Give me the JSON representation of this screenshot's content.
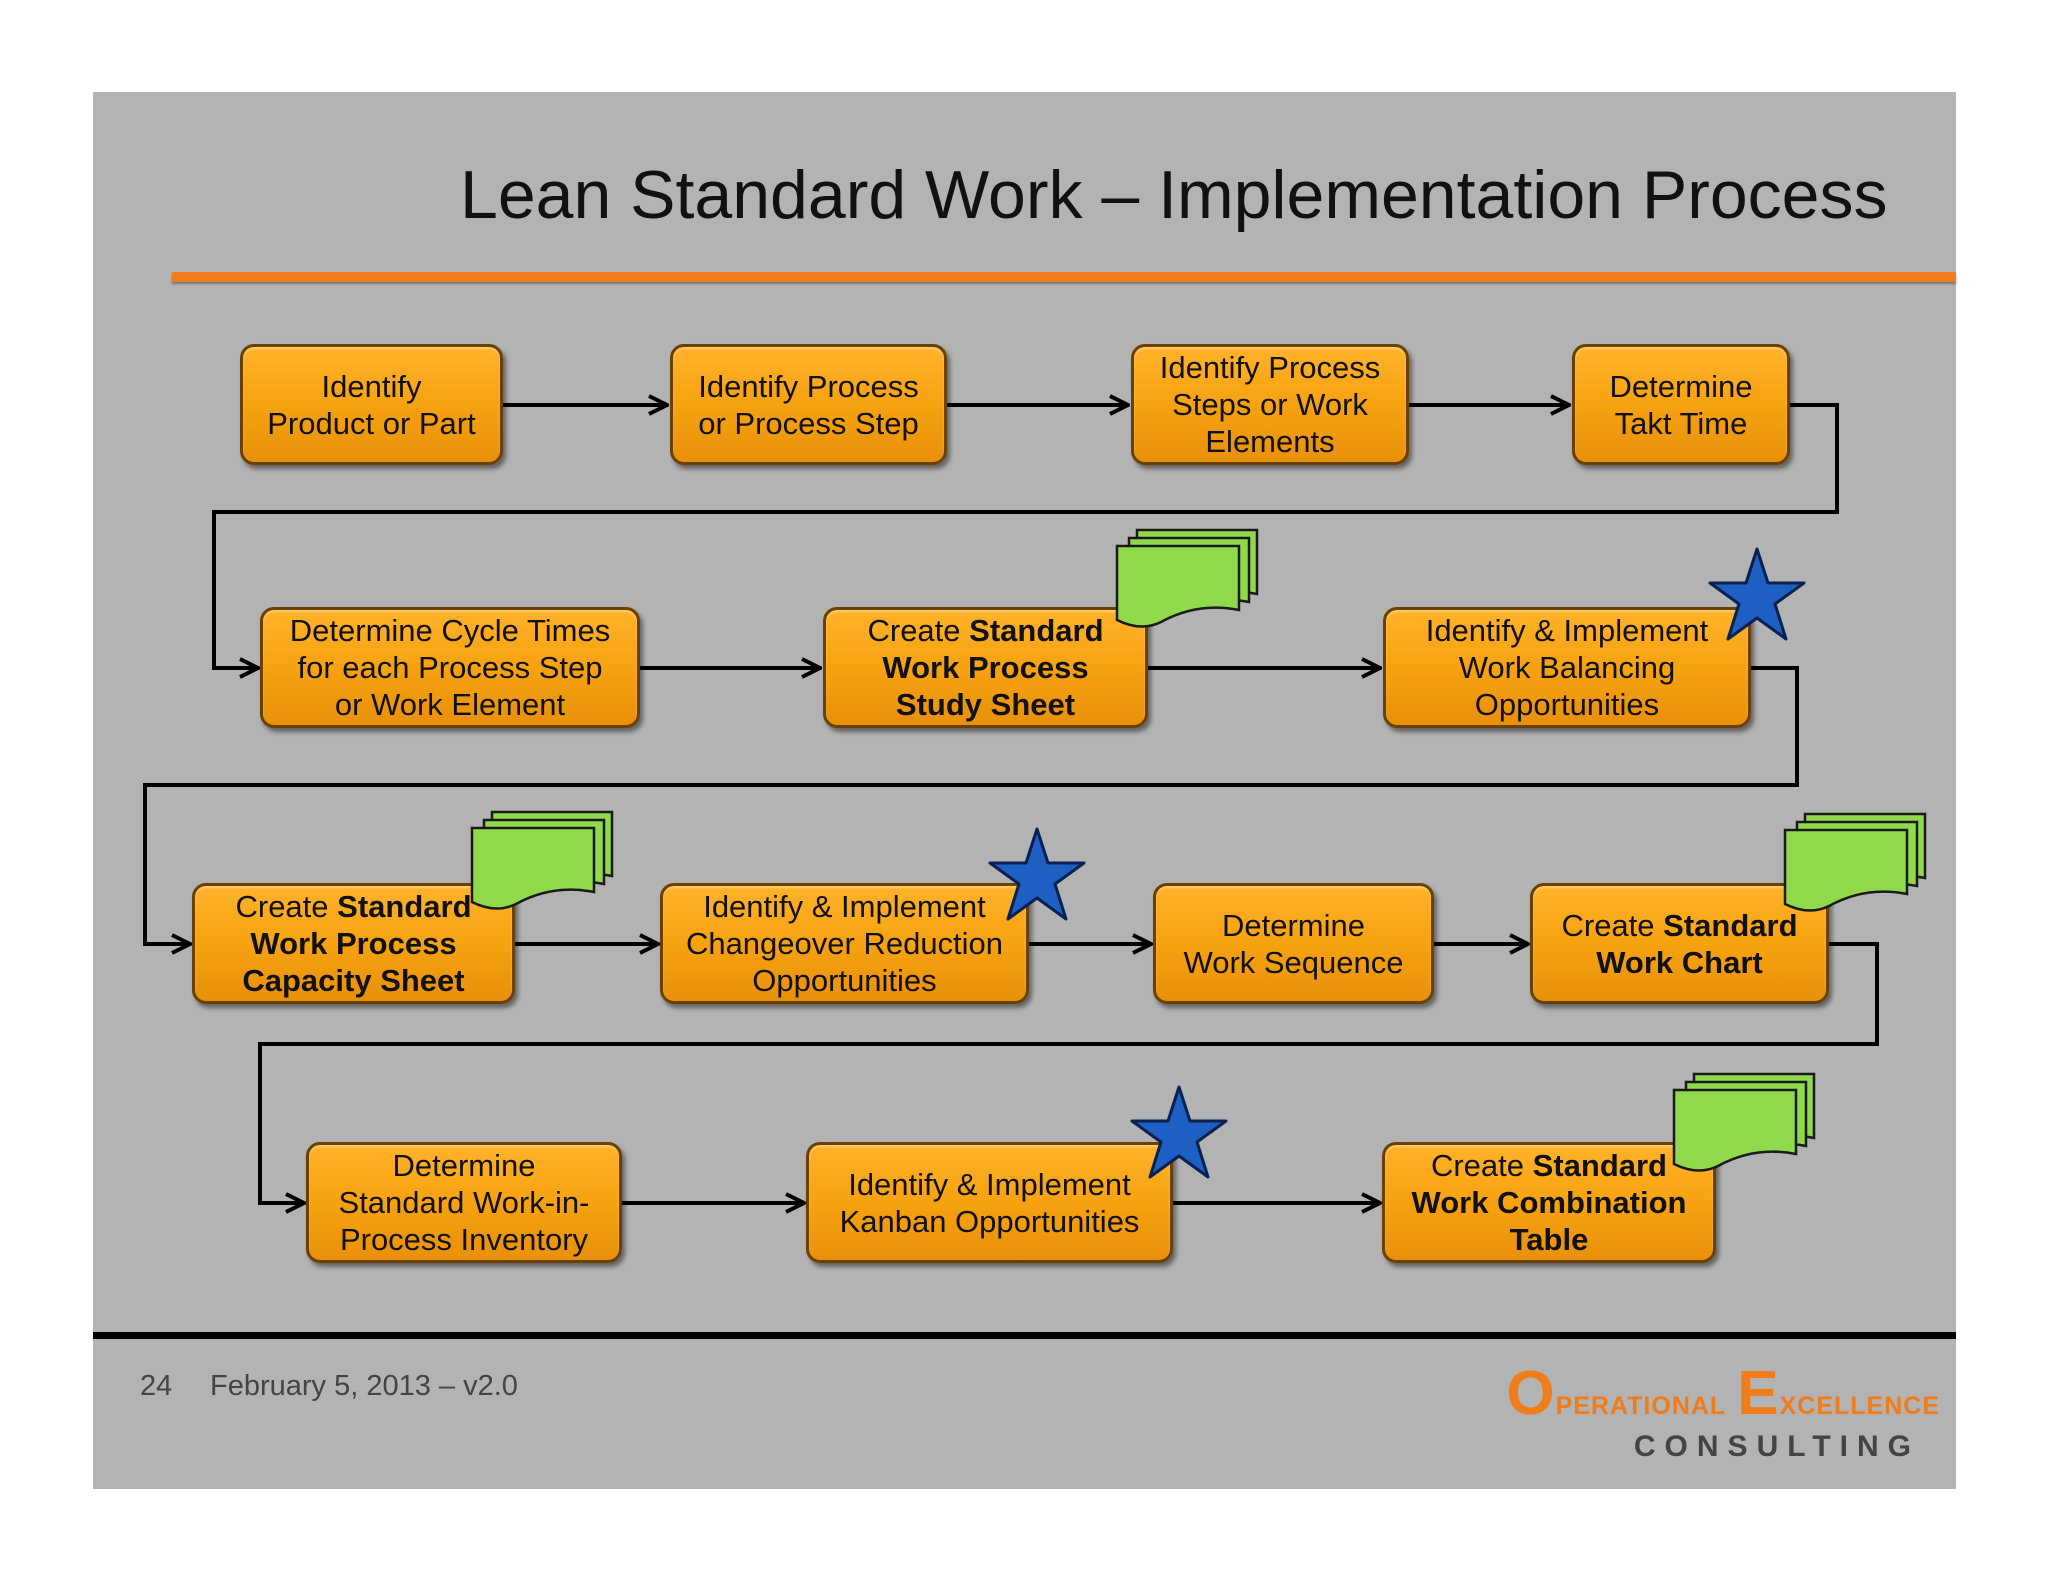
{
  "title": "Lean Standard Work – Implementation Process",
  "steps": [
    {
      "text": "Identify\nProduct or Part"
    },
    {
      "text": "Identify Process\nor Process Step"
    },
    {
      "text": "Identify Process\nSteps or Work\nElements"
    },
    {
      "text": "Determine\nTakt Time"
    },
    {
      "text": "Determine Cycle Times\nfor each Process Step\nor Work Element"
    },
    {
      "prefix": "Create ",
      "bold": "Standard\nWork Process\nStudy Sheet"
    },
    {
      "text": "Identify & Implement\nWork Balancing\nOpportunities"
    },
    {
      "prefix": "Create ",
      "bold": "Standard\nWork Process\nCapacity Sheet"
    },
    {
      "text": "Identify & Implement\nChangeover Reduction\nOpportunities"
    },
    {
      "text": "Determine\nWork Sequence"
    },
    {
      "prefix": "Create ",
      "bold": "Standard\nWork Chart"
    },
    {
      "text": "Determine\nStandard Work-in-\nProcess Inventory"
    },
    {
      "text": "Identify & Implement\nKanban Opportunities"
    },
    {
      "prefix": "Create ",
      "bold": "Standard\nWork Combination\nTable"
    }
  ],
  "icons": {
    "document": "document-stack-icon",
    "star": "star-icon",
    "document_color": "#8fd94a",
    "star_color": "#1e5fc4"
  },
  "colors": {
    "box_fill": "#f7a210",
    "accent_rule": "#f07c1a",
    "slide_background": "#b3b3b3"
  },
  "footer": {
    "page_number": "24",
    "date_version": "February 5, 2013 – v2.0"
  },
  "brand": {
    "o_cap": "O",
    "o_rest": "perational",
    "e_cap": "E",
    "e_rest": "xcellence",
    "subline": "CONSULTING"
  }
}
